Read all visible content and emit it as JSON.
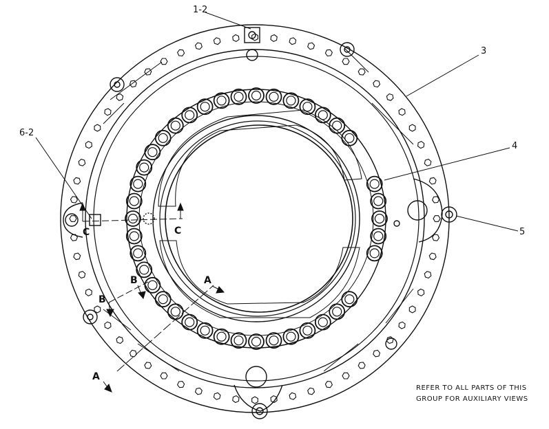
{
  "callouts": {
    "c1": "1-2",
    "c3": "3",
    "c4": "4",
    "c5": "5",
    "c6": "6-2"
  },
  "sections": {
    "a": "A",
    "b": "B",
    "c": "C"
  },
  "note": {
    "line1": "REFER TO ALL PARTS OF THIS",
    "line2": "GROUP FOR AUXILIARY VIEWS"
  }
}
